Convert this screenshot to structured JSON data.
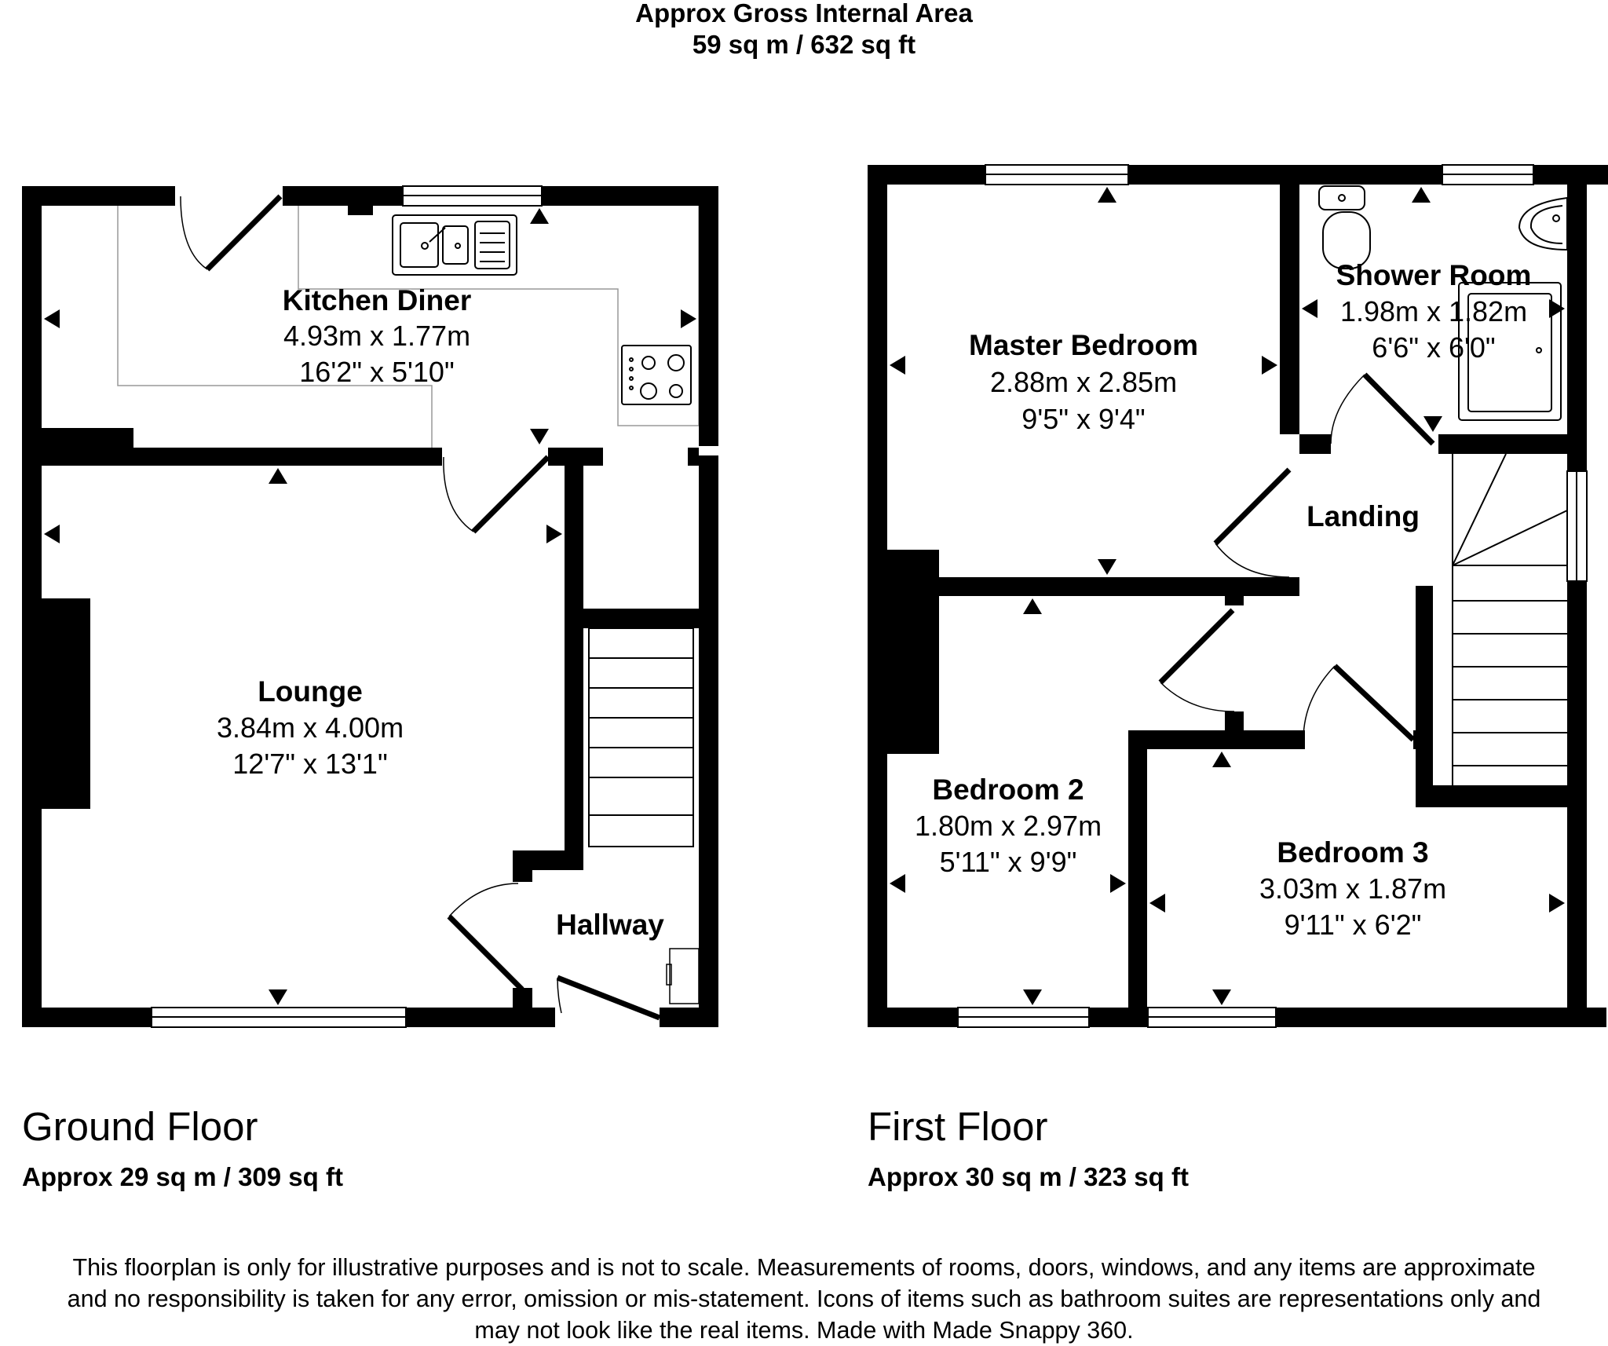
{
  "header": {
    "title": "Approx Gross Internal Area",
    "area": "59 sq m / 632 sq ft"
  },
  "floors": [
    {
      "title": "Ground Floor",
      "area": "Approx 29 sq m / 309 sq ft",
      "rooms": [
        {
          "name": "Kitchen Diner",
          "metric": "4.93m x 1.77m",
          "imperial": "16'2\" x 5'10\""
        },
        {
          "name": "Lounge",
          "metric": "3.84m x 4.00m",
          "imperial": "12'7\" x 13'1\""
        },
        {
          "name": "Hallway"
        }
      ]
    },
    {
      "title": "First Floor",
      "area": "Approx 30 sq m / 323 sq ft",
      "rooms": [
        {
          "name": "Master Bedroom",
          "metric": "2.88m x 2.85m",
          "imperial": "9'5\" x 9'4\""
        },
        {
          "name": "Shower Room",
          "metric": "1.98m x 1.82m",
          "imperial": "6'6\" x 6'0\""
        },
        {
          "name": "Landing"
        },
        {
          "name": "Bedroom 2",
          "metric": "1.80m x 2.97m",
          "imperial": "5'11\" x 9'9\""
        },
        {
          "name": "Bedroom 3",
          "metric": "3.03m x 1.87m",
          "imperial": "9'11\" x 6'2\""
        }
      ]
    }
  ],
  "disclaimer": [
    "This floorplan is only for illustrative purposes and is not to scale. Measurements of rooms, doors, windows, and any items are approximate",
    "and no responsibility is taken for any error, omission or mis-statement. Icons of items such as bathroom suites are representations only and",
    "may not look like the real items. Made with Made Snappy 360."
  ]
}
